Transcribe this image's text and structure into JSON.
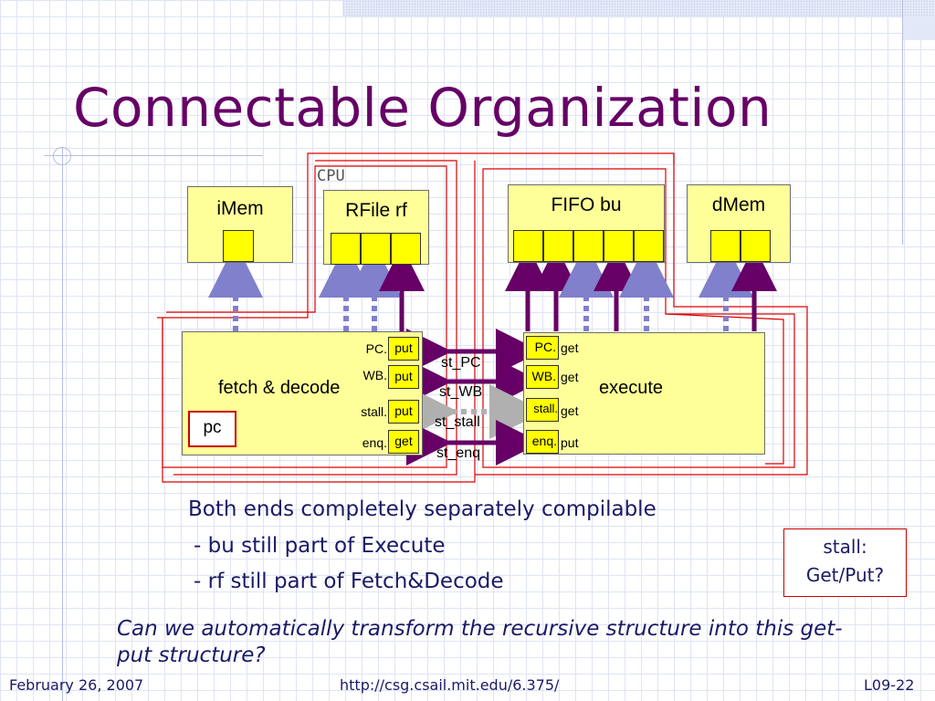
{
  "title": "Connectable Organization",
  "diagram": {
    "cpu_label": "CPU",
    "imem_label": "iMem",
    "rfile_label": "RFile rf",
    "fifo_label": "FIFO bu",
    "dmem_label": "dMem",
    "fetch_label": "fetch & decode",
    "execute_label": "execute",
    "pc_label": "pc",
    "fetch_ports": [
      {
        "name": "PC.",
        "op": "put"
      },
      {
        "name": "WB.",
        "op": "put"
      },
      {
        "name": "stall.",
        "op": "put"
      },
      {
        "name": "enq.",
        "op": "get"
      }
    ],
    "execute_ports": [
      {
        "name": "PC.",
        "op": "get"
      },
      {
        "name": "WB.",
        "op": "get"
      },
      {
        "name": "stall.",
        "op": "get"
      },
      {
        "name": "enq.",
        "op": "put"
      }
    ],
    "connections": [
      "st_PC",
      "st_WB",
      "st_stall",
      "st_enq"
    ],
    "colors": {
      "solid_arrow": "#660066",
      "dotted_arrow": "#8080cc",
      "stall_arrow": "#b0b0b0",
      "outline": "#dd0000"
    }
  },
  "bullets": {
    "main": "Both ends completely separately compilable",
    "sub1": "- bu still part of Execute",
    "sub2": "- rf still part of Fetch&Decode"
  },
  "note": {
    "line1": "stall:",
    "line2": "Get/Put?"
  },
  "question": "Can we automatically transform the recursive structure into this get-put structure?",
  "footer": {
    "date": "February 26, 2007",
    "url": "http://csg.csail.mit.edu/6.375/",
    "slide": "L09-22"
  }
}
